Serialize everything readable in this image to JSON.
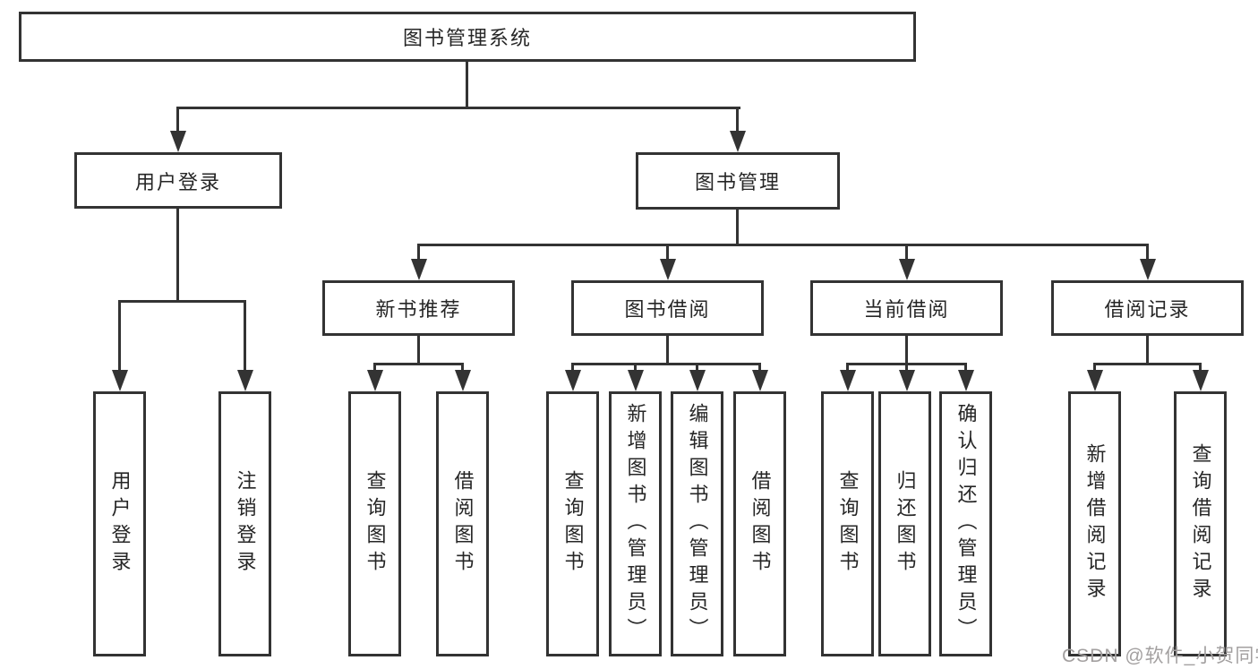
{
  "diagram": {
    "type": "hierarchy-tree",
    "colors": {
      "line": "#333333",
      "box_border": "#333333",
      "text": "#262626",
      "background": "#ffffff",
      "watermark": "#a3a0a0"
    },
    "watermark": "CSDN @软件_小贺同学",
    "nodes": {
      "root": {
        "label": "图书管理系统"
      },
      "user_login": {
        "label": "用户登录"
      },
      "book_management": {
        "label": "图书管理"
      },
      "new_book_recommend": {
        "label": "新书推荐"
      },
      "book_borrow": {
        "label": "图书借阅"
      },
      "current_borrow": {
        "label": "当前借阅"
      },
      "borrow_record": {
        "label": "借阅记录"
      },
      "leaf_user_login": {
        "label": "用户登录"
      },
      "leaf_logout": {
        "label": "注销登录"
      },
      "leaf_nb_query": {
        "label": "查询图书"
      },
      "leaf_nb_borrow": {
        "label": "借阅图书"
      },
      "leaf_bb_query": {
        "label": "查询图书"
      },
      "leaf_bb_add": {
        "label": "新增图书（管理员）"
      },
      "leaf_bb_edit": {
        "label": "编辑图书（管理员）"
      },
      "leaf_bb_borrow": {
        "label": "借阅图书"
      },
      "leaf_cb_query": {
        "label": "查询图书"
      },
      "leaf_cb_return": {
        "label": "归还图书"
      },
      "leaf_cb_confirm": {
        "label": "确认归还（管理员）"
      },
      "leaf_br_add": {
        "label": "新增借阅记录"
      },
      "leaf_br_query": {
        "label": "查询借阅记录"
      }
    },
    "edges": [
      {
        "from": "root",
        "to": [
          "user_login",
          "book_management"
        ]
      },
      {
        "from": "user_login",
        "to": [
          "leaf_user_login",
          "leaf_logout"
        ]
      },
      {
        "from": "book_management",
        "to": [
          "new_book_recommend",
          "book_borrow",
          "current_borrow",
          "borrow_record"
        ]
      },
      {
        "from": "new_book_recommend",
        "to": [
          "leaf_nb_query",
          "leaf_nb_borrow"
        ]
      },
      {
        "from": "book_borrow",
        "to": [
          "leaf_bb_query",
          "leaf_bb_add",
          "leaf_bb_edit",
          "leaf_bb_borrow"
        ]
      },
      {
        "from": "current_borrow",
        "to": [
          "leaf_cb_query",
          "leaf_cb_return",
          "leaf_cb_confirm"
        ]
      },
      {
        "from": "borrow_record",
        "to": [
          "leaf_br_add",
          "leaf_br_query"
        ]
      }
    ]
  }
}
